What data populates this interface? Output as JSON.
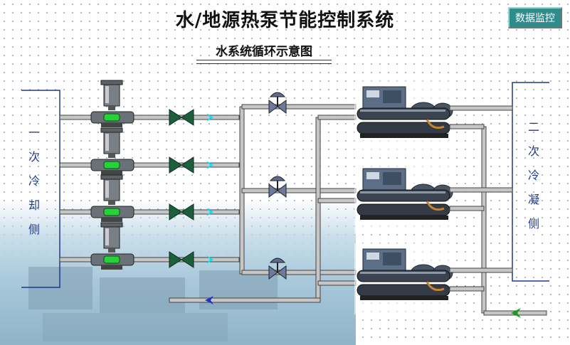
{
  "title": "水/地源热泵节能控制系统",
  "monitor_button": "数据监控",
  "subtitle": "水系统循环示意图",
  "left_label": "一次冷却侧",
  "right_label": "二次冷凝侧",
  "pump_count": 4,
  "chiller_count": 3,
  "colors": {
    "pipe": "#c6c6c6",
    "pipe_edge": "#444444",
    "arrow_cyan": "#00e5ff",
    "arrow_blue": "#1c34c8",
    "arrow_green": "#1f9a1f",
    "valve": "#1d5e3c",
    "pump_indicator": "#27d13a",
    "side_text": "#1f3a86"
  },
  "icons": [
    "pump-icon",
    "check-valve-icon",
    "flow-arrow-icon",
    "control-valve-icon",
    "chiller-unit-icon"
  ]
}
